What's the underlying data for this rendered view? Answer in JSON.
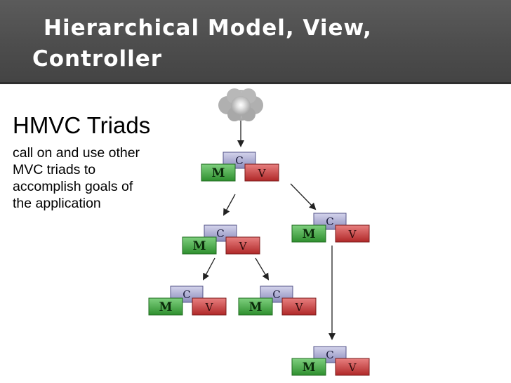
{
  "slide": {
    "title_line1": "Hierarchical Model, View,",
    "title_line2": "Controller",
    "subtitle": "HMVC Triads",
    "description_lines": [
      "call on and use other",
      "MVC triads to",
      "accomplish goals of",
      "the application"
    ]
  },
  "diagram": {
    "letters": {
      "controller": "C",
      "model": "M",
      "view": "V"
    },
    "colors": {
      "controller": "#a8a8d0",
      "model": "#4fb04f",
      "view": "#d04848",
      "arrow": "#222222",
      "cloud": "#b4b4b4"
    },
    "triads": [
      {
        "id": "root"
      },
      {
        "id": "level1-left"
      },
      {
        "id": "level1-right"
      },
      {
        "id": "level2-left"
      },
      {
        "id": "level2-middle"
      },
      {
        "id": "level2-right"
      }
    ]
  }
}
